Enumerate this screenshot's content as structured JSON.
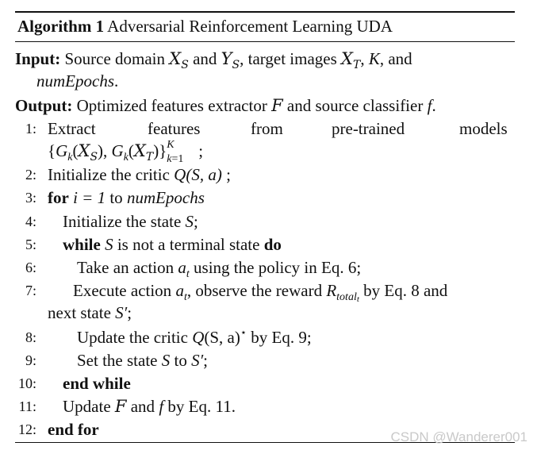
{
  "algorithm": {
    "label": "Algorithm 1",
    "title": "Adversarial Reinforcement Learning UDA"
  },
  "input": {
    "label": "Input:",
    "text1": "Source domain",
    "and1": "and",
    "text2": ", target images",
    "k": "K",
    "and2": ", and",
    "epochs": "numEpochs",
    "end": "."
  },
  "output": {
    "label": "Output:",
    "text1": "Optimized features extractor",
    "text2": "and source classifier",
    "f": "f",
    "end": "."
  },
  "steps": [
    {
      "num": "1:",
      "a": "Extract",
      "b": "features",
      "c": "from",
      "d": "pre-trained",
      "e": "models"
    },
    {
      "num": "2:",
      "text": "Initialize the critic",
      "math": "Q(S, a)",
      "end": ";"
    },
    {
      "num": "3:",
      "kw": "for",
      "math": "i = 1",
      "to": "to",
      "var": "numEpochs"
    },
    {
      "num": "4:",
      "text": "Initialize the state",
      "var": "S",
      "end": ";"
    },
    {
      "num": "5:",
      "kw": "while",
      "var": "S",
      "text": "is not a terminal state",
      "kw2": "do"
    },
    {
      "num": "6:",
      "text": "Take an action",
      "var": "a",
      "sub": "t",
      "text2": "using the policy in Eq. 6;"
    },
    {
      "num": "7:",
      "text": "Execute action",
      "var": "a",
      "sub": "t",
      "text2": ", observe the reward",
      "var2": "R",
      "sub2": "total",
      "subsub": "t",
      "text3": "by Eq. 8 and",
      "cont": "next state",
      "var3": "S′",
      "end": ";"
    },
    {
      "num": "8:",
      "text": "Update the critic",
      "math": "Q",
      "math2": "(S, a)",
      "sup": "⋆",
      "text2": "by Eq. 9;"
    },
    {
      "num": "9:",
      "text": "Set the state",
      "var": "S",
      "to": "to",
      "var2": "S′",
      "end": ";"
    },
    {
      "num": "10:",
      "kw": "end while"
    },
    {
      "num": "11:",
      "text": "Update",
      "cal": "F",
      "and": "and",
      "var": "f",
      "text2": "by Eq. 11."
    },
    {
      "num": "12:",
      "kw": "end for"
    }
  ],
  "watermark": "CSDN @Wanderer001"
}
